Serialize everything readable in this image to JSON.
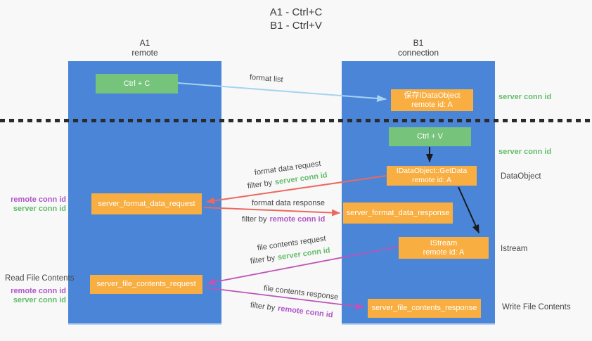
{
  "title": {
    "line1": "A1 - Ctrl+C",
    "line2": "B1 - Ctrl+V"
  },
  "columns": {
    "left": {
      "name": "A1",
      "subtitle": "remote"
    },
    "right": {
      "name": "B1",
      "subtitle": "connection"
    }
  },
  "boxes": {
    "ctrl_c": "Ctrl + C",
    "ctrl_v": "Ctrl + V",
    "save_idataobject": {
      "line1": "保存IDataObject",
      "line2": "remote id: A"
    },
    "getdata": {
      "line1": "IDataObject::GetData",
      "line2": "remote id: A"
    },
    "istream": {
      "line1": "IStream",
      "line2": "remote id: A"
    },
    "format_request": "server_format_data_request",
    "format_response": "server_format_data_response",
    "file_request": "server_file_contents_request",
    "file_response": "server_file_contents_response"
  },
  "arrow_labels": {
    "format_list": "format list",
    "format_data_request": "format data request",
    "format_data_response": "format data response",
    "file_contents_request": "file contents request",
    "file_contents_response": "file contents response",
    "filter_by": "filter by",
    "server_conn_id": "server conn id",
    "remote_conn_id": "remote conn id"
  },
  "side_labels": {
    "server_conn_id_top": "server conn id",
    "server_conn_id_mid": "server conn id",
    "dataobject": "DataObject",
    "istream": "Istream",
    "read_file_contents": "Read File Contents",
    "write_file_contents": "Write File Contents",
    "remote_conn_id_upper": "remote conn id",
    "server_conn_id_upper": "server conn id",
    "remote_conn_id_lower": "remote conn id",
    "server_conn_id_lower": "server conn id"
  },
  "colors": {
    "lane_blue": "#4A85D8",
    "box_green": "#76C37C",
    "box_orange": "#F8AE41",
    "text_green": "#62BD6A",
    "text_purple": "#AE56C6",
    "arrow_lightblue": "#A5D3F0",
    "arrow_salmon": "#ED685E",
    "arrow_magenta": "#BE54B6",
    "arrow_black": "#1A1A1A",
    "background": "#F8F8F8"
  }
}
